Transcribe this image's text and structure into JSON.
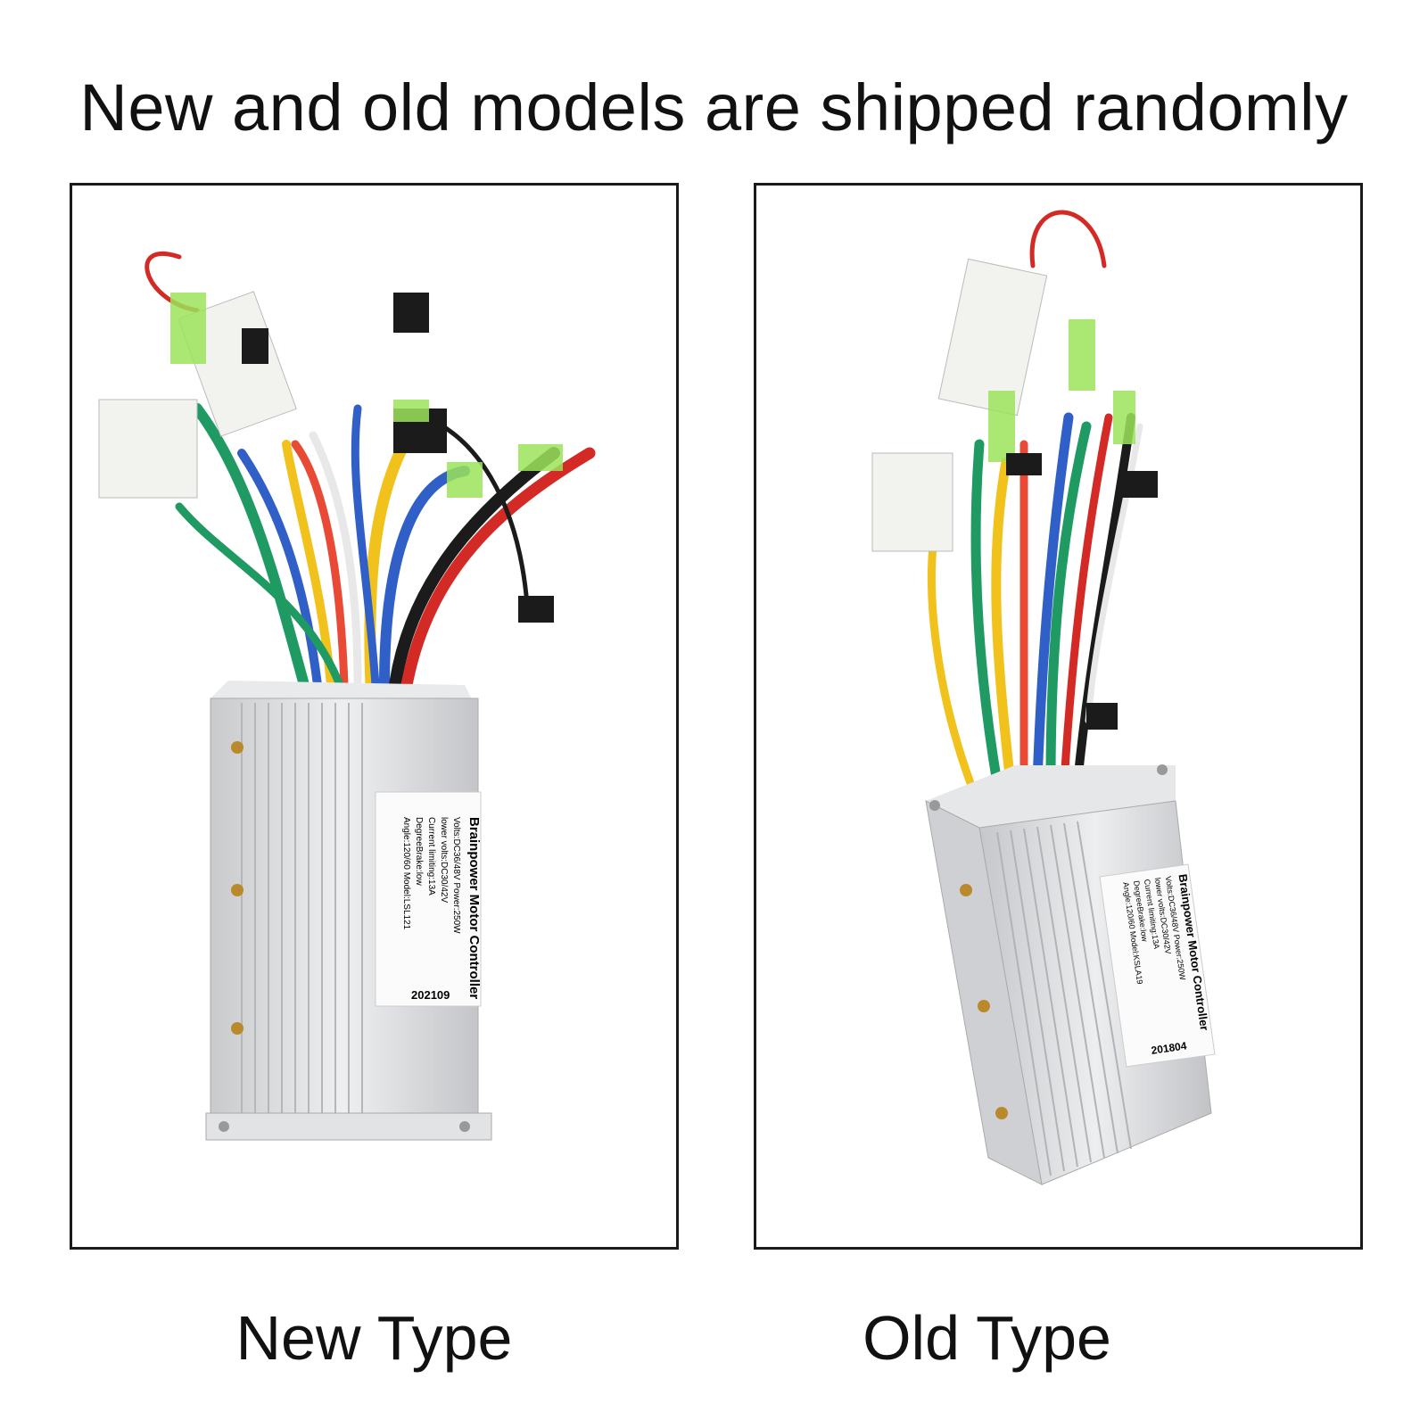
{
  "headline": "New and old models are shipped randomly",
  "new_type": {
    "caption": "New Type",
    "label": {
      "title": "Brainpower Motor Controller",
      "line1": "Volts:DC36/48V   Power:250W",
      "line2": "lower volts:DC30/42V",
      "line3": "Current limiting:13A",
      "line4": "DegreeBrake:low",
      "line5": "Angle:120/60  Model:LSL121",
      "serial": "202109"
    }
  },
  "old_type": {
    "caption": "Old Type",
    "label": {
      "title": "Brainpower Motor Controller",
      "line1": "Volts:DC36/48V Power:250W",
      "line2": "lower volts:DC30/42V",
      "line3": "Current limiting:13A",
      "line4": "DegreeBrake:low",
      "line5": "Angle:120/60  Model:KSLA19",
      "serial": "201804"
    }
  },
  "colors": {
    "housing": "#d8d9dc",
    "wire_red": "#d42a25",
    "wire_yellow": "#f1c21b",
    "wire_blue": "#2f5fc7",
    "wire_green": "#1f9a63",
    "wire_black": "#1b1b1b",
    "sleeve_green": "#9be35a"
  }
}
